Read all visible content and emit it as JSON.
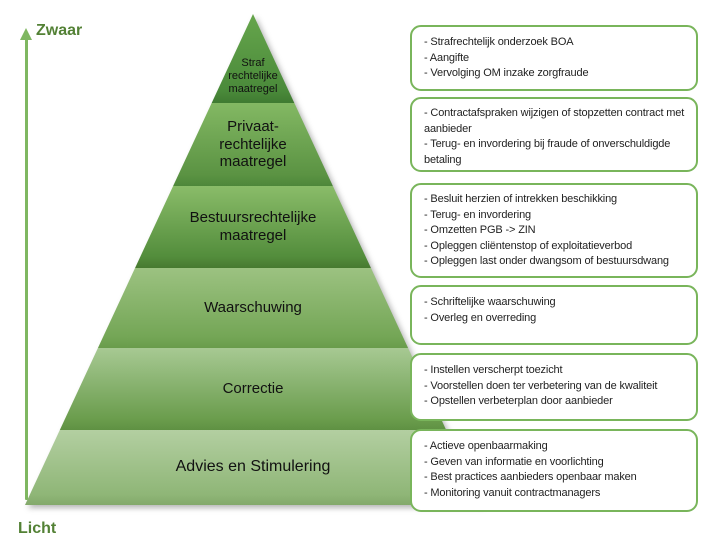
{
  "axis": {
    "top_label": "Zwaar",
    "bottom_label": "Licht",
    "arrow_color": "#7fb761",
    "label_color": "#538135"
  },
  "pyramid": {
    "levels": [
      {
        "label": "Straf\nrechtelijke\nmaatregel",
        "color_top": "#66a54c",
        "color_bottom": "#4a8a3a",
        "color_edge": "#3f7a31"
      },
      {
        "label": "Privaat-\nrechtelijke\nmaatregel",
        "color_top": "#83b863",
        "color_bottom": "#5b9343",
        "color_edge": "#4e873a"
      },
      {
        "label": "Bestuursrechtelijke\nmaatregel",
        "color_top": "#8abc69",
        "color_bottom": "#538d3c",
        "color_edge": "#47792f"
      },
      {
        "label": "Waarschuwing",
        "color_top": "#9cc281",
        "color_bottom": "#74a656",
        "color_edge": "#699c4b"
      },
      {
        "label": "Correctie",
        "color_top": "#a7c993",
        "color_bottom": "#6b9d4d",
        "color_edge": "#5f9143"
      },
      {
        "label": "Advies en Stimulering",
        "color_top": "#b3cfa1",
        "color_bottom": "#8fb677",
        "color_edge": "#83a96b"
      }
    ]
  },
  "boxes": [
    {
      "items": [
        "- Strafrechtelijk onderzoek BOA",
        "- Aangifte",
        "- Vervolging OM inzake zorgfraude"
      ]
    },
    {
      "items": [
        "- Contractafspraken wijzigen of stopzetten contract met aanbieder",
        "- Terug- en invordering bij fraude of onverschuldigde betaling"
      ]
    },
    {
      "items": [
        "- Besluit herzien of intrekken beschikking",
        "- Terug- en invordering",
        "- Omzetten PGB -> ZIN",
        "- Opleggen cliëntenstop of exploitatieverbod",
        "- Opleggen last onder dwangsom of bestuursdwang"
      ]
    },
    {
      "items": [
        "- Schriftelijke waarschuwing",
        "- Overleg en overreding"
      ]
    },
    {
      "items": [
        "- Instellen verscherpt toezicht",
        "- Voorstellen doen ter verbetering van de kwaliteit",
        "- Opstellen verbeterplan door aanbieder"
      ]
    },
    {
      "items": [
        "- Actieve openbaarmaking",
        "- Geven van informatie en voorlichting",
        "- Best practices aanbieders openbaar maken",
        "- Monitoring vanuit contractmanagers"
      ]
    }
  ],
  "box_style": {
    "border_color": "#79b55b",
    "background": "#ffffff"
  }
}
